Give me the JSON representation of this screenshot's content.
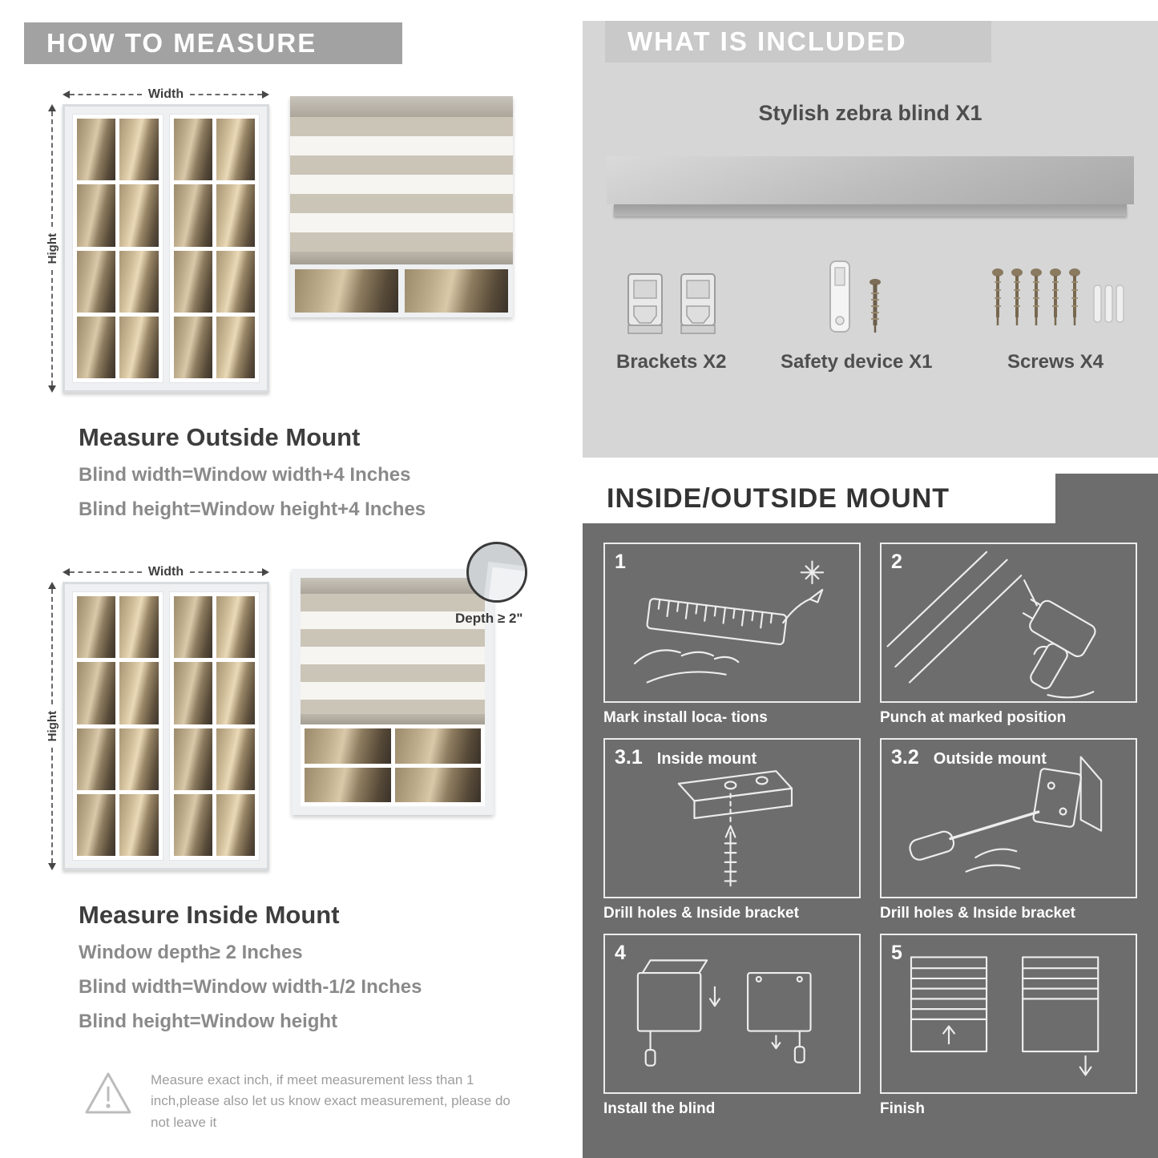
{
  "colors": {
    "header_gray": "#a2a2a2",
    "light_section": "#d6d6d6",
    "dark_section": "#6d6d6d",
    "text_dark": "#3d3d3d",
    "text_gray": "#8a8a8a"
  },
  "left": {
    "header": "HOW TO MEASURE",
    "outside": {
      "width_label": "Width",
      "height_label": "Hight",
      "title": "Measure Outside Mount",
      "lines": [
        "Blind width=Window width+4 Inches",
        "Blind height=Window height+4 Inches"
      ]
    },
    "inside": {
      "width_label": "Width",
      "height_label": "Hight",
      "depth_label": "Depth ≥ 2\"",
      "title": "Measure Inside Mount",
      "lines": [
        "Window depth≥ 2 Inches",
        "Blind width=Window width-1/2 Inches",
        "Blind height=Window height"
      ]
    },
    "warning_text": "Measure exact inch, if meet measurement less than 1 inch,please also let us know exact measurement, please do not leave it"
  },
  "right": {
    "included": {
      "header": "WHAT IS INCLUDED",
      "product_label": "Stylish zebra blind X1",
      "parts": [
        {
          "label": "Brackets X2"
        },
        {
          "label": "Safety device X1"
        },
        {
          "label": "Screws X4"
        }
      ]
    },
    "mount": {
      "header": "INSIDE/OUTSIDE MOUNT",
      "steps": [
        {
          "num": "1",
          "title": "",
          "caption": "Mark install loca- tions"
        },
        {
          "num": "2",
          "title": "",
          "caption": "Punch at  marked position"
        },
        {
          "num": "3.1",
          "title": "Inside mount",
          "caption": "Drill holes &  Inside bracket"
        },
        {
          "num": "3.2",
          "title": "Outside mount",
          "caption": "Drill holes &  Inside bracket"
        },
        {
          "num": "4",
          "title": "",
          "caption": "Install the blind"
        },
        {
          "num": "5",
          "title": "",
          "caption": "Finish"
        }
      ]
    }
  }
}
